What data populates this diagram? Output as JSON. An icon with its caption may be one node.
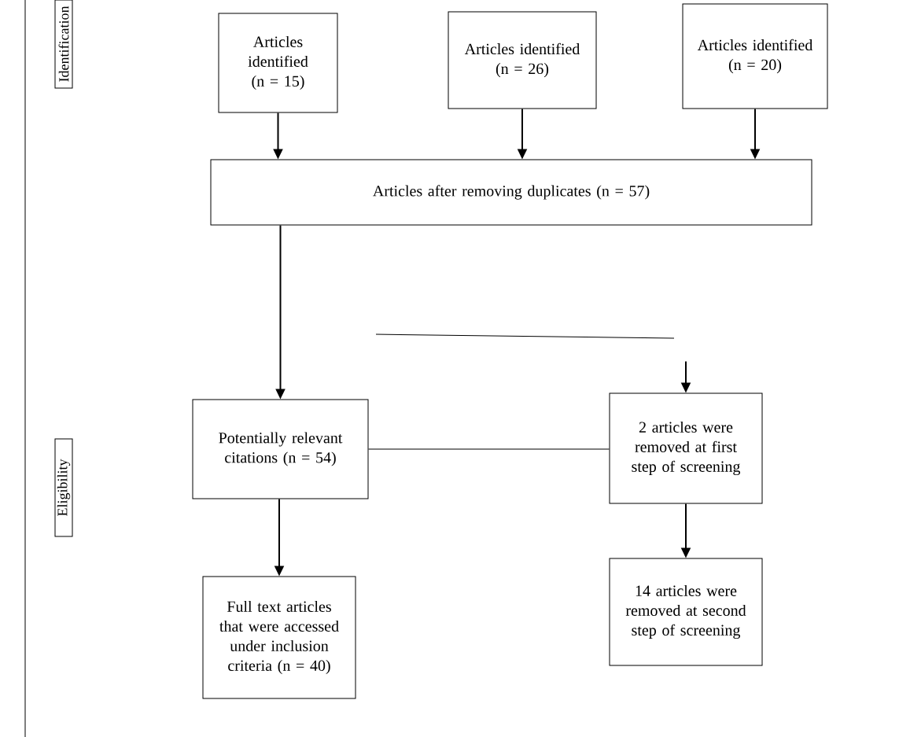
{
  "diagram": {
    "nodes": [
      {
        "text": [
          "Identification"
        ]
      },
      {
        "text": [
          "Articles identified (n = 15)"
        ]
      },
      {
        "text": [
          "Articles identified (n = 26)"
        ]
      },
      {
        "text": [
          "Articles identified (n = 20)"
        ]
      },
      {
        "text": [
          "Articles after removing duplicates (n = 57)"
        ]
      },
      {
        "text": [
          "Potentially relevant citations (n = 54)"
        ]
      },
      {
        "text": [
          "2 articles were removed at first step of screening"
        ]
      },
      {
        "text": [
          "Full text articles that were accessed under inclusion criteria (n = 40)"
        ]
      },
      {
        "text": [
          "14 articles were removed at second step of screening"
        ]
      },
      {
        "text": [
          "Eligibility"
        ]
      }
    ],
    "edges": [
      {
        "from": 1,
        "to": 4,
        "arrow": "to"
      },
      {
        "from": 2,
        "to": 4,
        "arrow": "to"
      },
      {
        "from": 3,
        "to": 4,
        "arrow": "to"
      },
      {
        "from": 4,
        "to": 5,
        "arrow": "to"
      },
      {
        "from": null,
        "to": 6,
        "arrow": "to"
      },
      {
        "from": 5,
        "to": 6,
        "arrow": "none"
      },
      {
        "from": 5,
        "to": 7,
        "arrow": "to"
      },
      {
        "from": 6,
        "to": 8,
        "arrow": "to"
      }
    ]
  }
}
